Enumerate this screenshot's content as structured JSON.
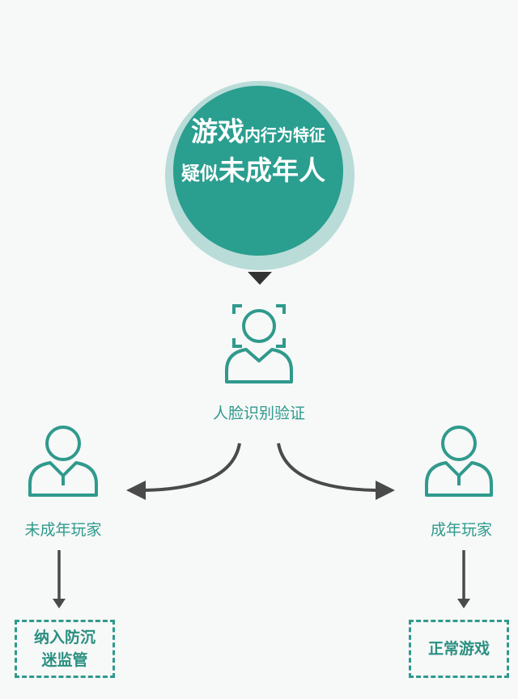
{
  "center": {
    "line1_big": "游戏",
    "line1_small": "内行为特征",
    "line2_small": "疑似",
    "line2_big": "未成年人"
  },
  "face_check": {
    "label": "人脸识别验证"
  },
  "minor": {
    "label": "未成年玩家"
  },
  "adult": {
    "label": "成年玩家"
  },
  "minor_result": {
    "line1": "纳入防沉",
    "line2": "迷监管"
  },
  "adult_result": {
    "line1": "正常游戏"
  },
  "colors": {
    "teal": "#2a9e8f",
    "teal_light": "#b9dcd8",
    "arrow": "#4a4a4a"
  }
}
